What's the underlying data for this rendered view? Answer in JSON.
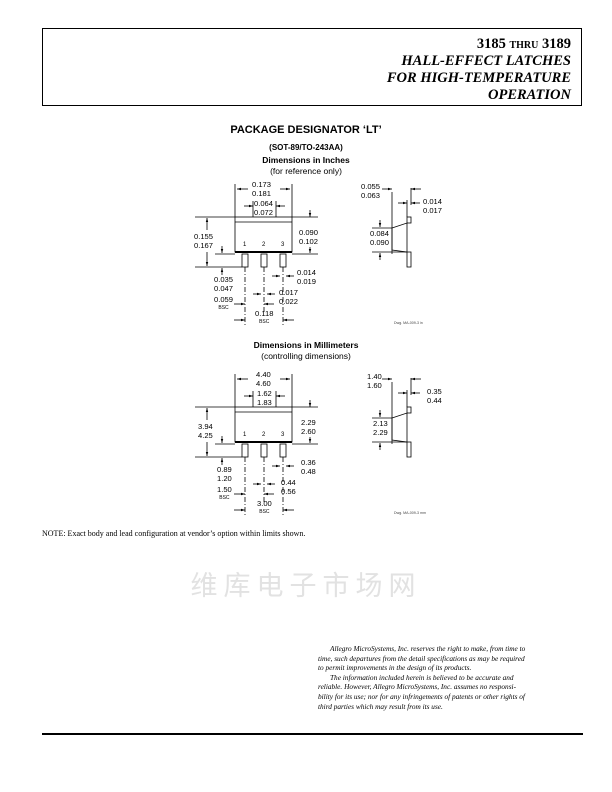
{
  "header": {
    "part_from": "3185",
    "thru": "THRU",
    "part_to": "3189",
    "line2": "HALL-EFFECT LATCHES",
    "line3": "FOR HIGH-TEMPERATURE",
    "line4": "OPERATION"
  },
  "package": {
    "title": "PACKAGE DESIGNATOR ‘LT’",
    "subtitle": "(SOT-89/TO-243AA)"
  },
  "inches": {
    "heading": "Dimensions in Inches",
    "subheading": "(for reference only)",
    "width": [
      "0.173",
      "0.181"
    ],
    "tab": [
      "0.064",
      "0.072"
    ],
    "height": [
      "0.155",
      "0.167"
    ],
    "thick": [
      "0.090",
      "0.102"
    ],
    "lead_len": [
      "0.035",
      "0.047"
    ],
    "lead_w": [
      "0.014",
      "0.019"
    ],
    "center_w": [
      "0.017",
      "0.022"
    ],
    "half_pitch": [
      "0.059",
      "BSC"
    ],
    "pitch": [
      "0.118",
      "BSC"
    ],
    "side_total": [
      "0.055",
      "0.063"
    ],
    "side_tab": [
      "0.014",
      "0.017"
    ],
    "side_body": [
      "0.084",
      "0.090"
    ],
    "pins": [
      "1",
      "2",
      "3"
    ],
    "dwg": "Dwg. MA-009-3 in"
  },
  "mm": {
    "heading": "Dimensions in Millimeters",
    "subheading": "(controlling dimensions)",
    "width": [
      "4.40",
      "4.60"
    ],
    "tab": [
      "1.62",
      "1.83"
    ],
    "height": [
      "3.94",
      "4.25"
    ],
    "thick": [
      "2.29",
      "2.60"
    ],
    "lead_len": [
      "0.89",
      "1.20"
    ],
    "lead_w": [
      "0.36",
      "0.48"
    ],
    "center_w": [
      "0.44",
      "0.56"
    ],
    "half_pitch": [
      "1.50",
      "BSC"
    ],
    "pitch": [
      "3.00",
      "BSC"
    ],
    "side_total": [
      "1.40",
      "1.60"
    ],
    "side_tab": [
      "0.35",
      "0.44"
    ],
    "side_body": [
      "2.13",
      "2.29"
    ],
    "pins": [
      "1",
      "2",
      "3"
    ],
    "dwg": "Dwg. MA-009-3 mm"
  },
  "watermark": "维库电子市场网",
  "note": "NOTE: Exact body and lead configuration at vendor’s option within limits shown.",
  "disclaimer": [
    "Allegro MicroSystems, Inc. reserves the right to make, from time to",
    "time, such departures from the detail specifications as may be required",
    "to permit improvements in the design of its products.",
    "The information included herein is believed to be accurate and",
    "reliable.  However, Allegro MicroSystems, Inc. assumes no responsi-",
    "bility for its use; nor for any infringements of patents or other rights of",
    "third parties which may result from its use."
  ]
}
